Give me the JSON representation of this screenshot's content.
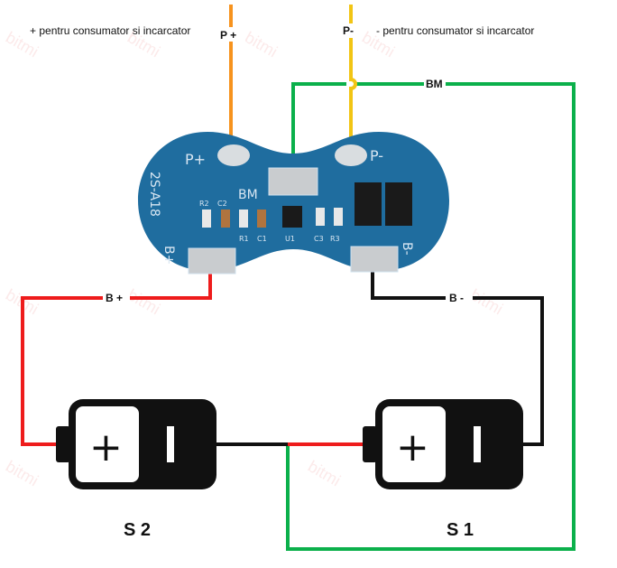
{
  "notes": {
    "positive": "+ pentru consumator si incarcator",
    "negative": "- pentru consumator si incarcator"
  },
  "wires": {
    "p_plus": "P +",
    "p_minus": "P-",
    "bm": "BM",
    "b_plus": "B +",
    "b_minus": "B -"
  },
  "pcb": {
    "model": "2S-A18",
    "pads": {
      "p_plus": "P+",
      "p_minus": "P-",
      "bm": "BM",
      "b_plus": "B+",
      "b_minus": "B-"
    },
    "components": [
      "R2",
      "C2",
      "R1",
      "C1",
      "U1",
      "C3",
      "R3"
    ]
  },
  "cells": {
    "left": "S 2",
    "right": "S 1"
  },
  "watermark": "bitmi",
  "colors": {
    "p_plus": "#f7931e",
    "p_minus": "#f2c514",
    "bm": "#0bb04b",
    "b_plus": "#ee1c1c",
    "b_minus": "#111111",
    "pcb": "#1f6d9f"
  }
}
